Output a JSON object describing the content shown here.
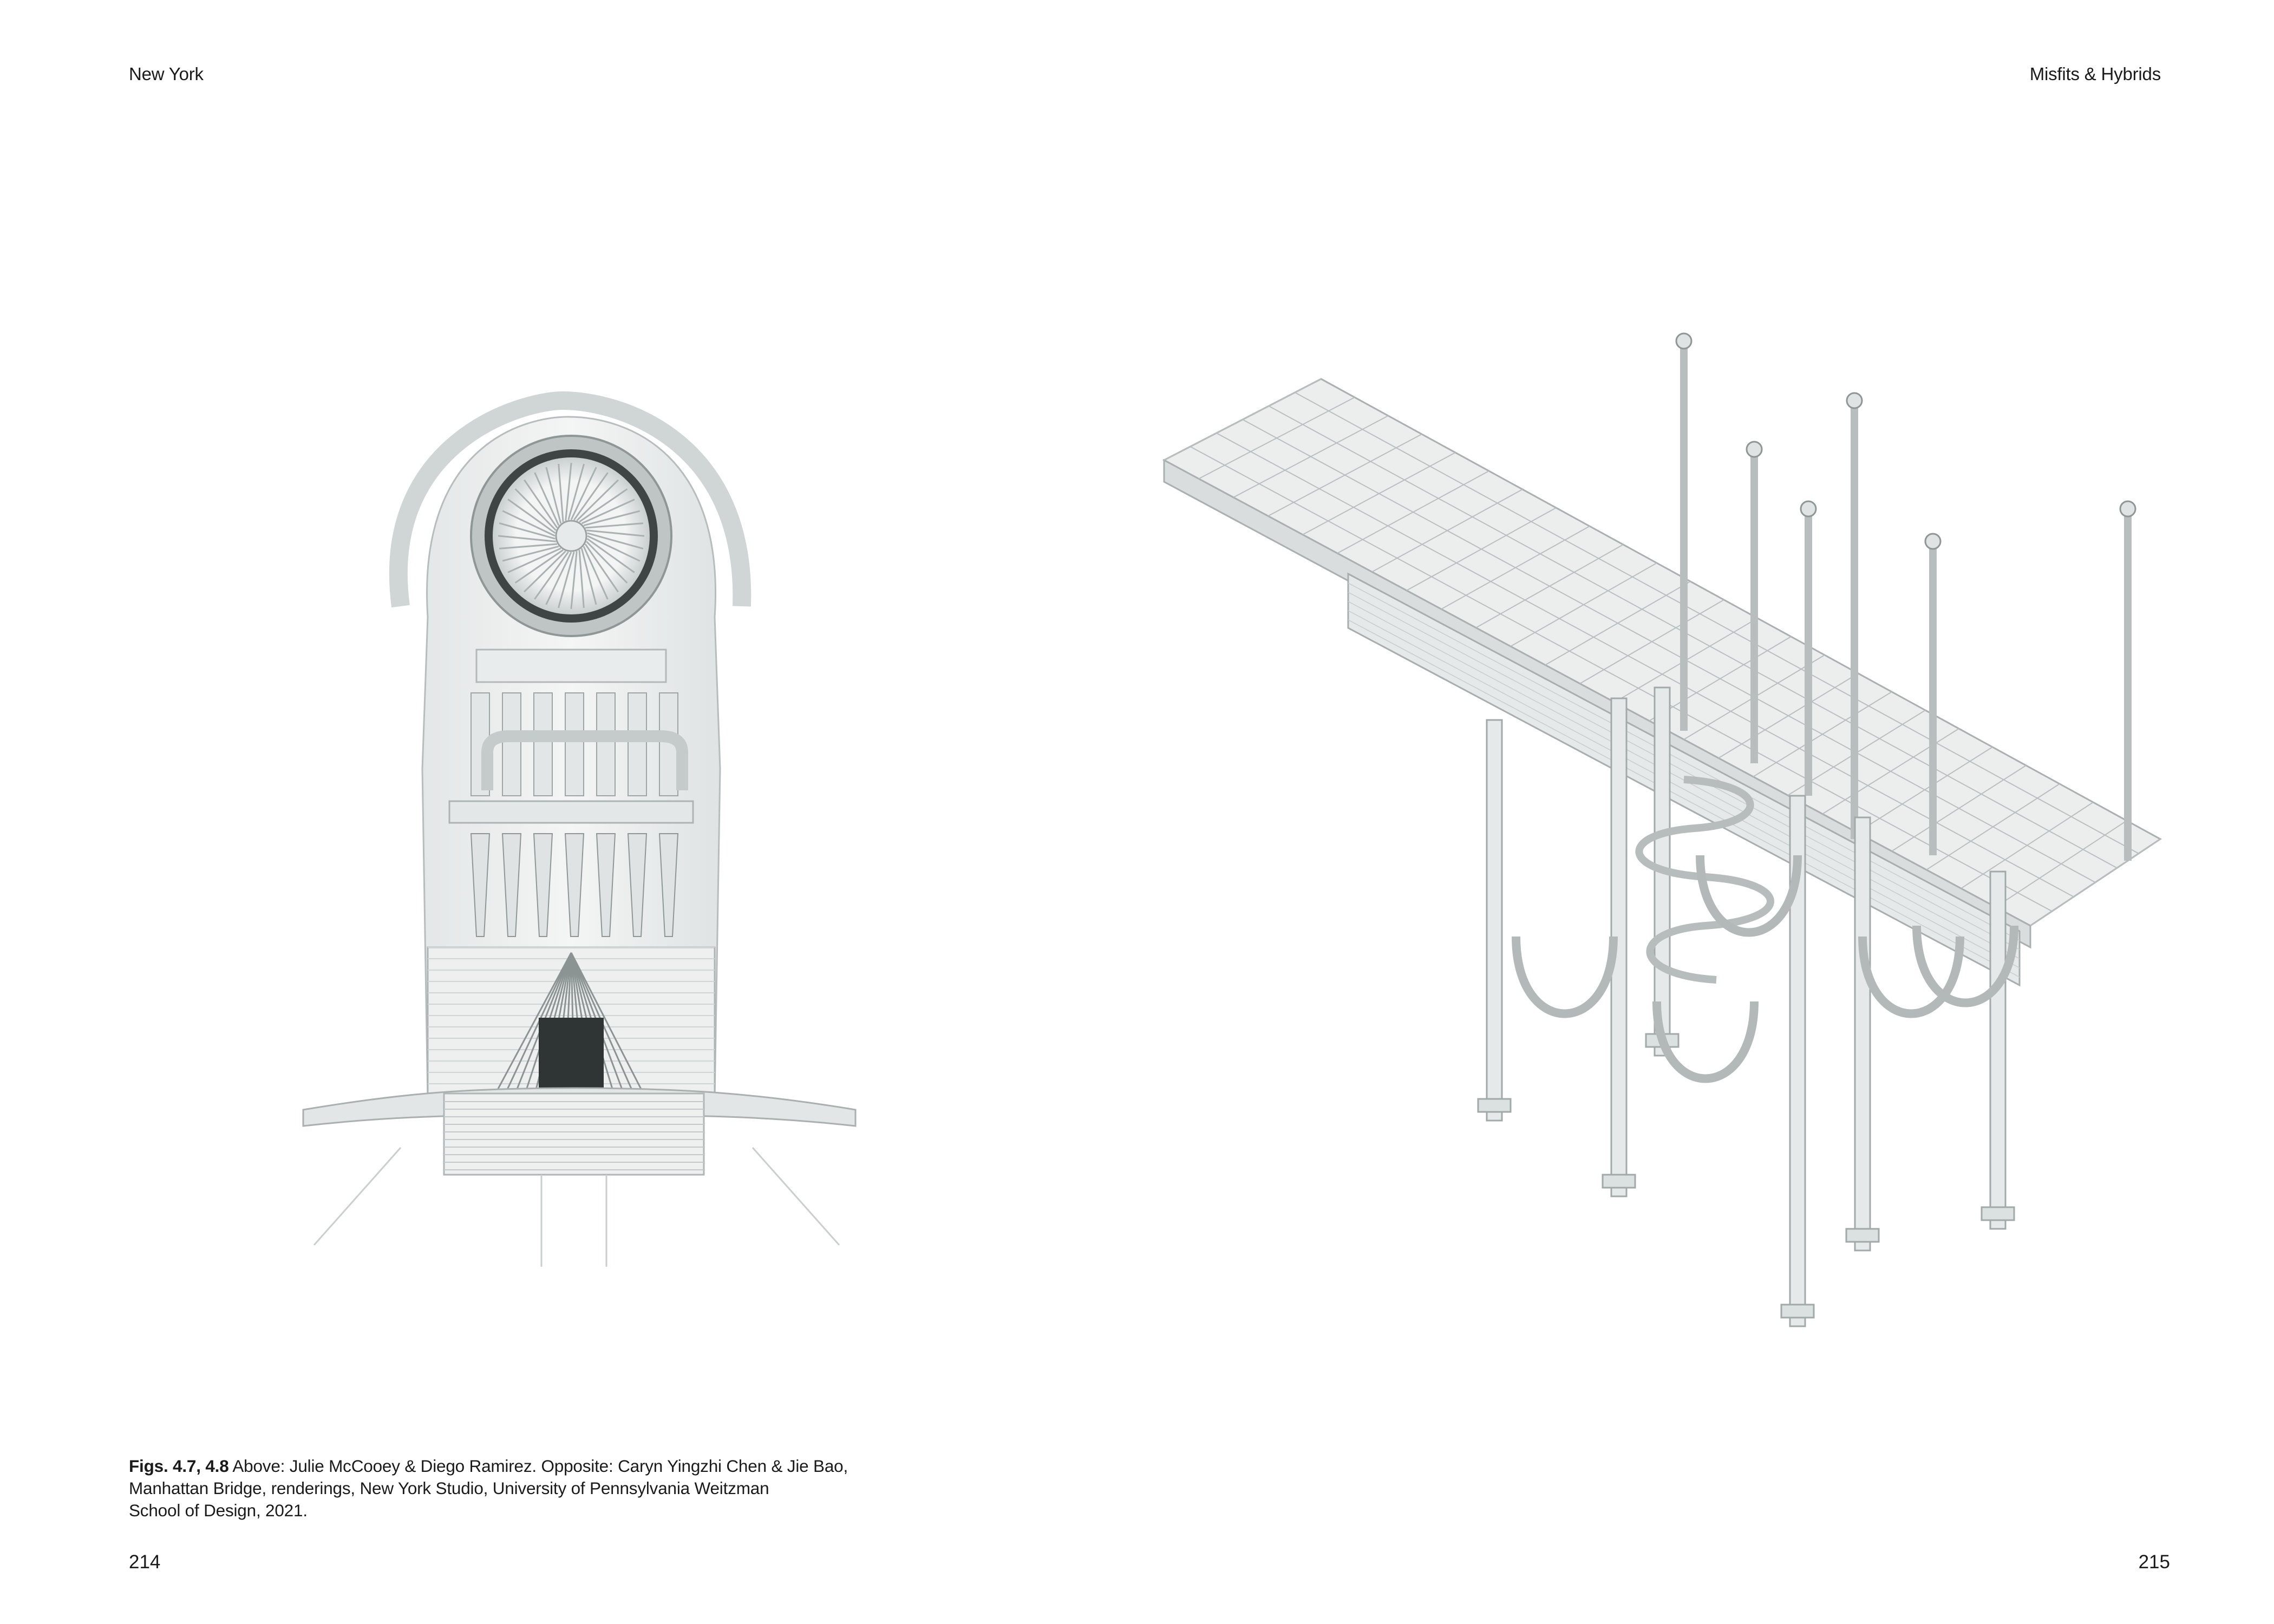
{
  "header": {
    "left": "New York",
    "right": "Misfits & Hybrids"
  },
  "caption": {
    "label": "Figs. 4.7, 4.8",
    "line1": " Above: Julie McCooey & Diego Ramirez. Opposite: Caryn Yingzhi Chen & Jie Bao,",
    "line2": "Manhattan Bridge, renderings, New York Studio, University of Pennsylvania Weitzman",
    "line3": "School of Design, 2021."
  },
  "folios": {
    "left": "214",
    "right": "215"
  },
  "colors": {
    "background": "#ffffff",
    "text": "#1a1a1a",
    "render_light": "#eef0f0",
    "render_mid": "#d6dada",
    "render_line": "#a9b0b0",
    "render_dark": "#4a4f50"
  }
}
